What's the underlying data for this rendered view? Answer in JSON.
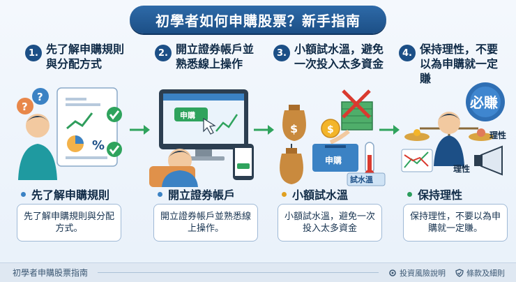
{
  "title": "初學者如何申購股票？新手指南",
  "steps": [
    {
      "num": "1.",
      "heading": "先了解申購規則與分配方式",
      "subtitle": "先了解申購規則",
      "description": "先了解申購規則與分配方式。",
      "dot_color": "#3b82c4",
      "illustration_text": [
        "%"
      ]
    },
    {
      "num": "2.",
      "heading": "開立證券帳戶並熟悉線上操作",
      "subtitle": "開立證券帳戶",
      "description": "開立證券帳戶並熟悉線上操作。",
      "dot_color": "#3b82c4",
      "illustration_text": [
        "申購"
      ]
    },
    {
      "num": "3.",
      "heading": "小額試水溫，避免一次投入太多資金",
      "subtitle": "小額試水溫",
      "description": "小額試水溫，避免一次投入太多資金",
      "dot_color": "#e0a020",
      "illustration_text": [
        "申購",
        "試水溫"
      ]
    },
    {
      "num": "4.",
      "heading": "保持理性，不要以為申購就一定賺",
      "subtitle": "保持理性",
      "description": "保持理性，不要以為申購就一定賺。",
      "dot_color": "#2a9d5c",
      "illustration_text": [
        "必賺",
        "理性",
        "理性"
      ]
    }
  ],
  "footer": {
    "brand": "初學者申購股票指南",
    "risk_link": "投資風險說明",
    "terms_link": "條款及細則"
  }
}
